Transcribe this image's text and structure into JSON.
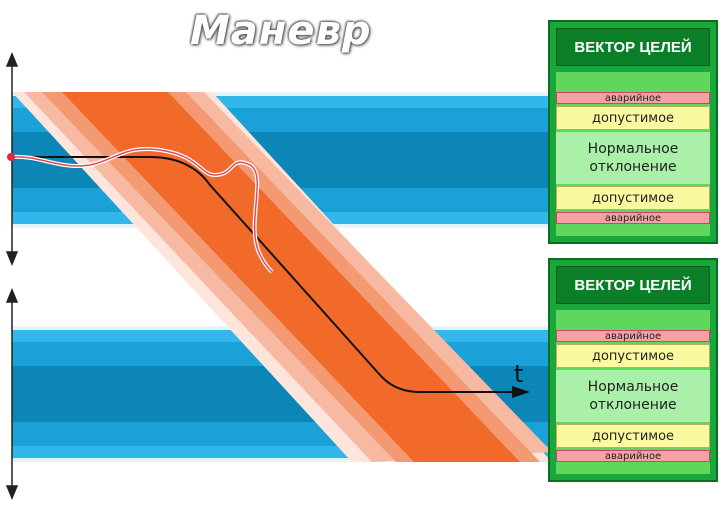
{
  "title": "Маневр",
  "axis_label": "t",
  "panels": [
    {
      "header": "ВЕКТОР ЦЕЛЕЙ",
      "zones": {
        "critical_top": "аварийное",
        "admissible_top": "допустимое",
        "normal": "Нормальное\nотклонение",
        "admissible_bottom": "допустимое",
        "critical_bottom": "аварийное"
      }
    },
    {
      "header": "ВЕКТОР ЦЕЛЕЙ",
      "zones": {
        "critical_top": "аварийное",
        "admissible_top": "допустимое",
        "normal": "Нормальное\nотклонение",
        "admissible_bottom": "допустимое",
        "critical_bottom": "аварийное"
      }
    }
  ],
  "colors": {
    "lane_dark": "#0b86b6",
    "lane_light": "#29b4e8",
    "maneuver_core": "#f26a2a",
    "maneuver_edge": "#f7b7a0",
    "panel_green": "#19a63a"
  }
}
